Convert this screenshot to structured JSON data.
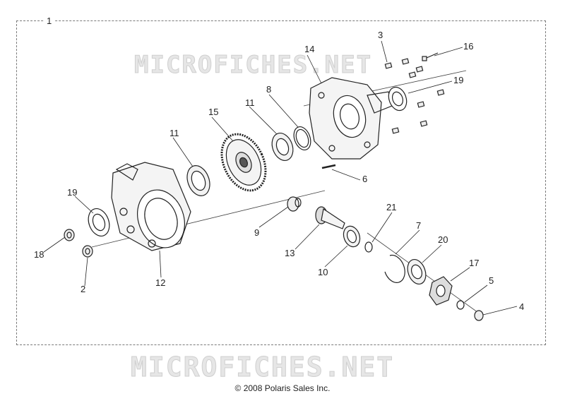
{
  "diagram": {
    "assembly_number": "1",
    "callouts": [
      "2",
      "3",
      "4",
      "5",
      "6",
      "7",
      "8",
      "9",
      "10",
      "11",
      "11",
      "12",
      "13",
      "14",
      "15",
      "16",
      "17",
      "18",
      "19",
      "19",
      "20",
      "21"
    ]
  },
  "watermark": {
    "text_top": "MICROFICHES.NET",
    "text_bottom": "MICROFICHES.NET"
  },
  "footer": {
    "copyright": "© 2008 Polaris Sales Inc."
  },
  "colors": {
    "line": "#222222",
    "frame": "#7a7a7a",
    "watermark": "#e6e6e6"
  }
}
